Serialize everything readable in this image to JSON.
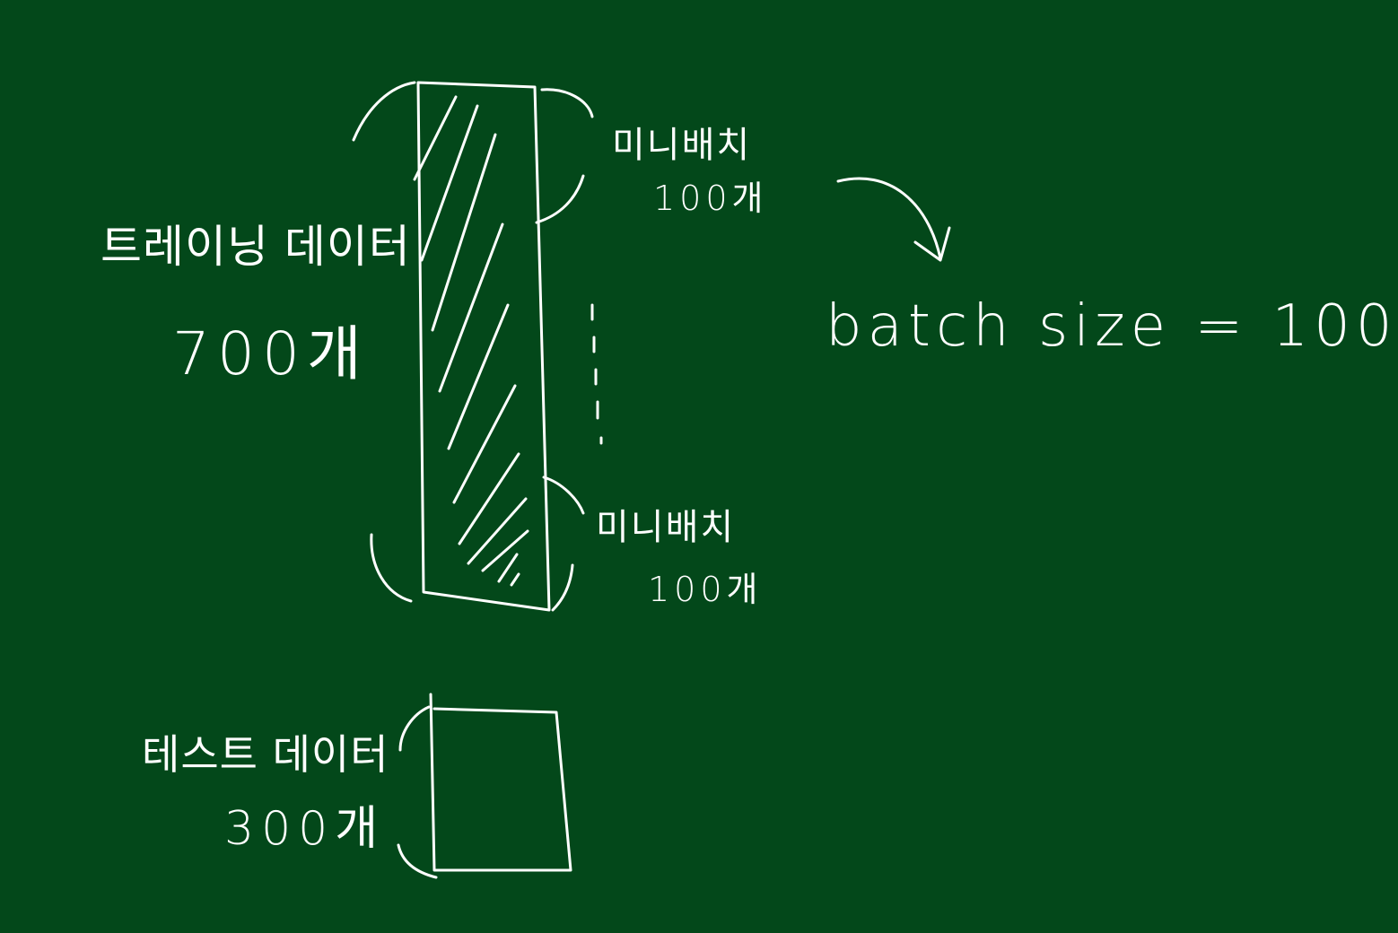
{
  "training": {
    "title": "트레이닝 데이터",
    "count": "700개"
  },
  "minibatch_top": {
    "title": "미니배치",
    "count": "100개"
  },
  "minibatch_bottom": {
    "title": "미니배치",
    "count": "100개"
  },
  "batch_size_label": "batch size = 100",
  "test": {
    "title": "테스트 데이터",
    "count": "300개"
  },
  "colors": {
    "board": "#03481a",
    "chalk": "#ffffff"
  }
}
